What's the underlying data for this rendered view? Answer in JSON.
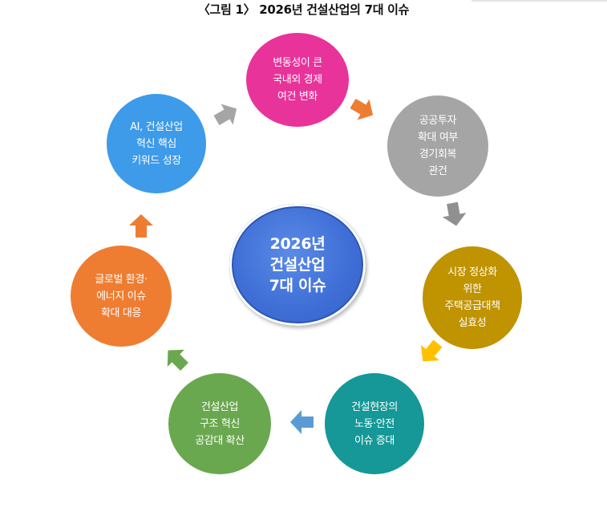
{
  "caption": "〈그림 1〉 2026년 건설산업의 7대 이슈",
  "center": {
    "lines": [
      "2026년",
      "건설산업",
      "7대 이슈"
    ],
    "color": "#3f6fd6"
  },
  "issues": [
    {
      "id": "economy",
      "lines": [
        "변동성이 큰",
        "국내외 경제",
        "여건 변화"
      ],
      "color": "#e8339a"
    },
    {
      "id": "public-investment",
      "lines": [
        "공공투자",
        "확대 여부",
        "경기회복",
        "관건"
      ],
      "color": "#a5a5a5"
    },
    {
      "id": "housing-market",
      "lines": [
        "시장 정상화",
        "위한",
        "주택공급대책",
        "실효성"
      ],
      "color": "#c09300"
    },
    {
      "id": "site-labor-safety",
      "lines": [
        "건설현장의",
        "노동·안전",
        "이슈 증대"
      ],
      "color": "#159897"
    },
    {
      "id": "structure-innovation",
      "lines": [
        "건설산업",
        "구조 혁신",
        "공감대 확산"
      ],
      "color": "#6aa84f"
    },
    {
      "id": "global-environment",
      "lines": [
        "글로벌 환경·",
        "에너지 이슈",
        "확대 대응"
      ],
      "color": "#ee7d31"
    },
    {
      "id": "ai-growth",
      "lines": [
        "AI, 건설산업",
        "혁신 핵심",
        "키워드 성장"
      ],
      "color": "#3d9be9"
    }
  ],
  "arrow_colors": [
    "#ee7d31",
    "#909090",
    "#ffc000",
    "#5b9bd5",
    "#6aa84f",
    "#ee7d31",
    "#a5a5a5"
  ]
}
